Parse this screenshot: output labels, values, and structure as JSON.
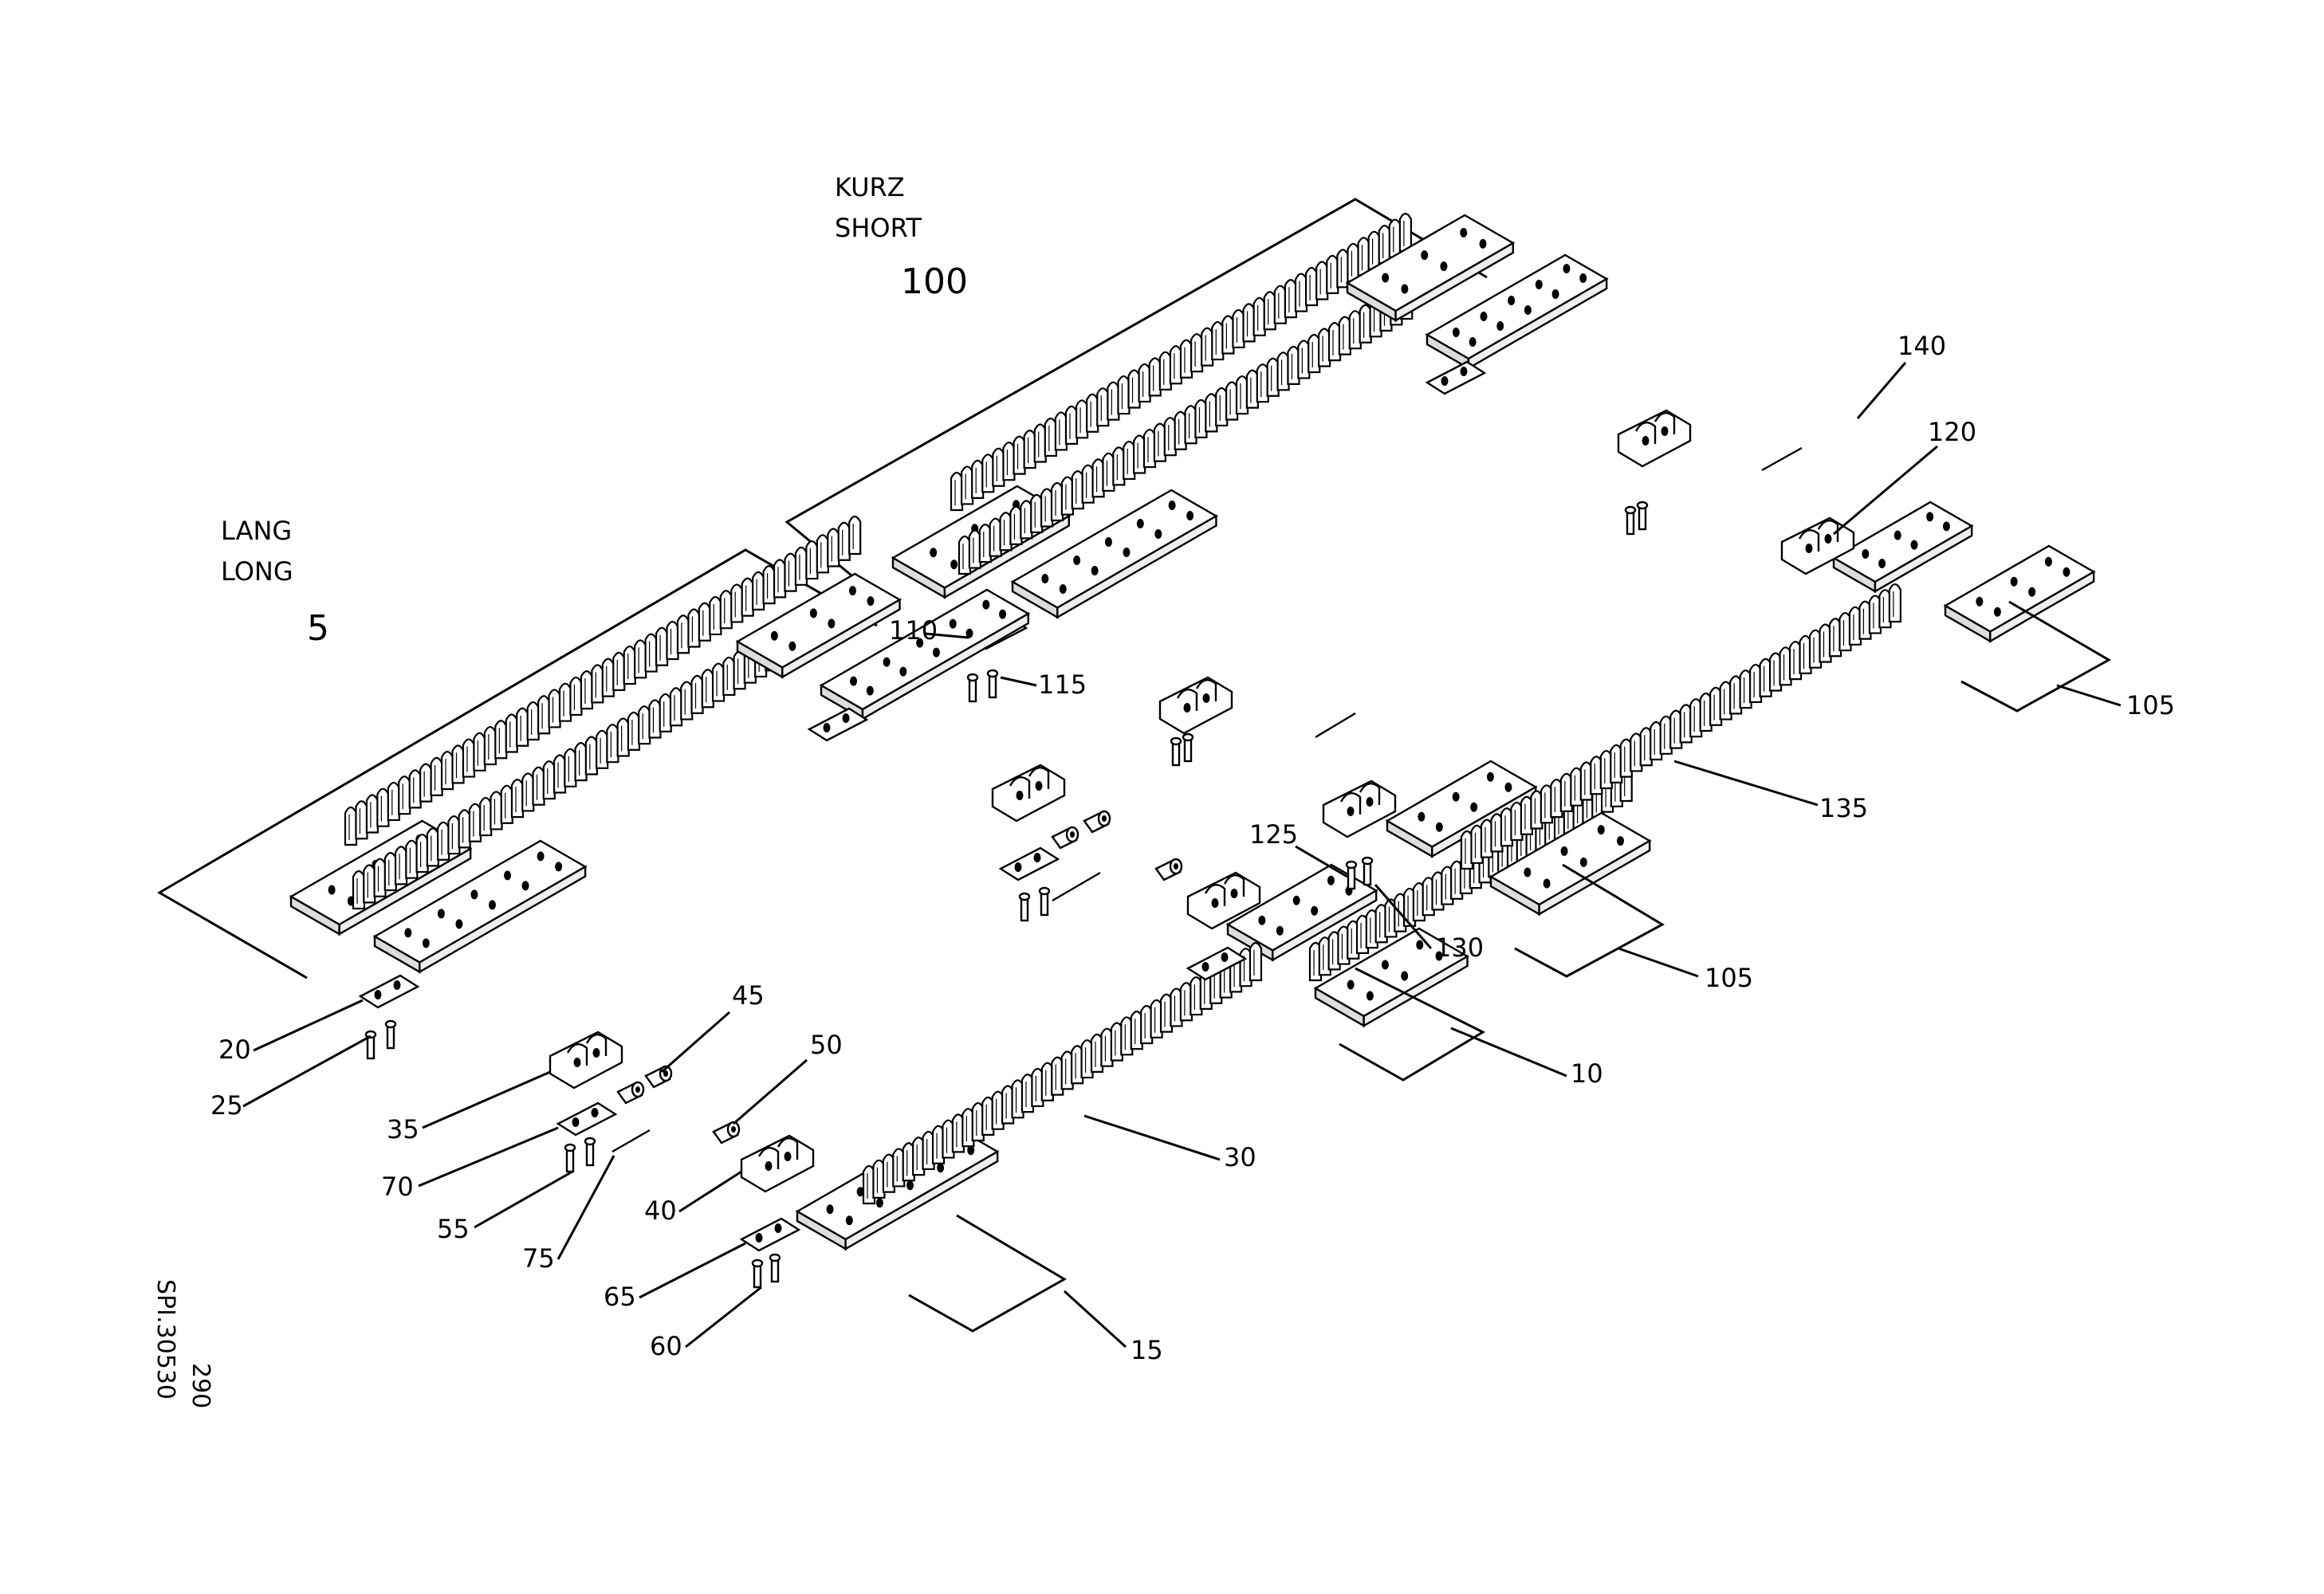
{
  "diagram": {
    "group_labels": {
      "short_de": "KURZ",
      "short_en": "SHORT",
      "short_num": "100",
      "long_de": "LANG",
      "long_en": "LONG",
      "long_num": "5"
    },
    "callouts": [
      "140",
      "120",
      "105",
      "135",
      "105",
      "110",
      "115",
      "125",
      "130",
      "10",
      "30",
      "45",
      "50",
      "20",
      "25",
      "35",
      "70",
      "55",
      "75",
      "40",
      "65",
      "60",
      "15"
    ],
    "drawing_code": "SPI.30530",
    "sheet_no": "290"
  }
}
